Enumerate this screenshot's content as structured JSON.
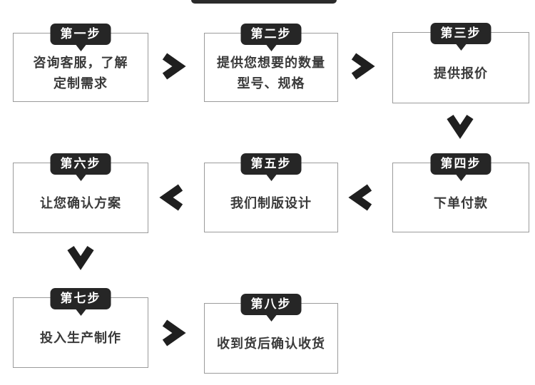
{
  "colors": {
    "badge_bg": "#262626",
    "badge_text": "#ffffff",
    "box_border": "#9b9b9b",
    "box_text": "#3a3a3a",
    "arrow": "#1f1f1f",
    "banner": "#2b2b2b"
  },
  "diagram": {
    "type": "flowchart",
    "steps": [
      {
        "badge": "第一步",
        "text": "咨询客服，了解\n定制需求"
      },
      {
        "badge": "第二步",
        "text": "提供您想要的数量\n型号、规格"
      },
      {
        "badge": "第三步",
        "text": "提供报价"
      },
      {
        "badge": "第四步",
        "text": "下单付款"
      },
      {
        "badge": "第五步",
        "text": "我们制版设计"
      },
      {
        "badge": "第六步",
        "text": "让您确认方案"
      },
      {
        "badge": "第七步",
        "text": "投入生产制作"
      },
      {
        "badge": "第八步",
        "text": "收到货后确认收货"
      }
    ],
    "flow": [
      {
        "from": "第一步",
        "to": "第二步",
        "direction": "right"
      },
      {
        "from": "第二步",
        "to": "第三步",
        "direction": "right"
      },
      {
        "from": "第三步",
        "to": "第四步",
        "direction": "down"
      },
      {
        "from": "第四步",
        "to": "第五步",
        "direction": "left"
      },
      {
        "from": "第五步",
        "to": "第六步",
        "direction": "left"
      },
      {
        "from": "第六步",
        "to": "第七步",
        "direction": "down"
      },
      {
        "from": "第七步",
        "to": "第八步",
        "direction": "right"
      }
    ]
  }
}
